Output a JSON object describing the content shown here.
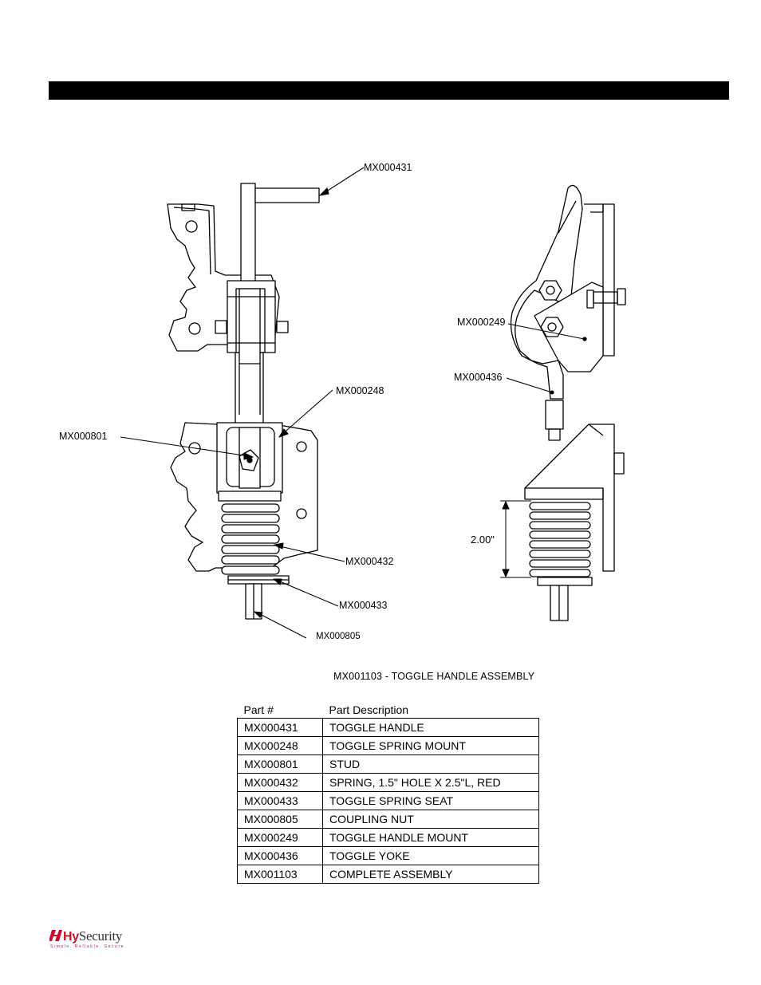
{
  "callouts": {
    "handle": "MX000431",
    "spring_mount": "MX000248",
    "stud": "MX000801",
    "spring": "MX000432",
    "spring_seat": "MX000433",
    "coupling_nut": "MX000805",
    "handle_mount": "MX000249",
    "yoke": "MX000436",
    "dimension": "2.00\""
  },
  "caption": "MX001103 - TOGGLE HANDLE ASSEMBLY",
  "parts_table": {
    "headers": [
      "Part #",
      "Part Description"
    ],
    "rows": [
      [
        "MX000431",
        "TOGGLE HANDLE"
      ],
      [
        "MX000248",
        "TOGGLE SPRING MOUNT"
      ],
      [
        "MX000801",
        "STUD"
      ],
      [
        "MX000432",
        "SPRING, 1.5\" HOLE X 2.5\"L, RED"
      ],
      [
        "MX000433",
        "TOGGLE SPRING SEAT"
      ],
      [
        "MX000805",
        "COUPLING NUT"
      ],
      [
        "MX000249",
        "TOGGLE HANDLE MOUNT"
      ],
      [
        "MX000436",
        "TOGGLE YOKE"
      ],
      [
        "MX001103",
        "COMPLETE ASSEMBLY"
      ]
    ]
  },
  "logo": {
    "brand_hy": "Hy",
    "brand_rest": "Security",
    "tagline": "Simple. Reliable. Secure."
  }
}
